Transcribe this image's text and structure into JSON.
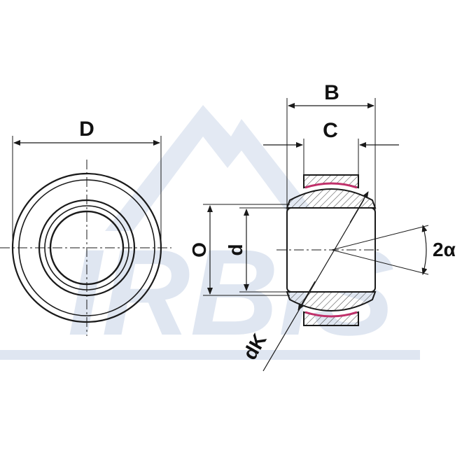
{
  "watermark": {
    "text": "IRBIS",
    "color": "#dfe6f1"
  },
  "colors": {
    "line": "#1a1a1a",
    "liner": "#c0306a",
    "hatch": "#555555"
  },
  "labels": {
    "D": "D",
    "B": "B",
    "C": "C",
    "O": "O",
    "d": "d",
    "dK": "dK",
    "angle": "2α"
  }
}
